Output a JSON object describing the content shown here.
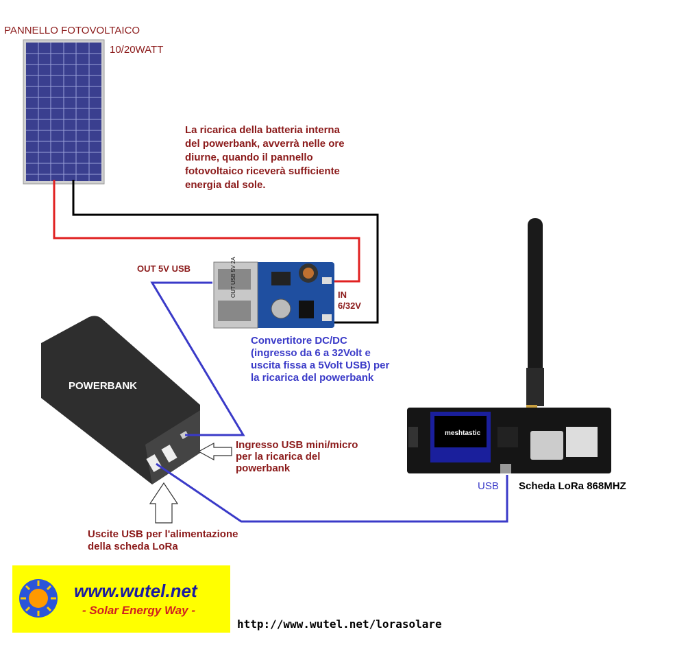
{
  "panel": {
    "title": "PANNELLO FOTOVOLTAICO",
    "power": "10/20WATT"
  },
  "charge_note": [
    "La ricarica della batteria interna",
    "del powerbank, avverrà nelle ore",
    "diurne, quando il pannello",
    "fotovoltaico riceverà sufficiente",
    "energia dal sole."
  ],
  "converter": {
    "out_label": "OUT 5V USB",
    "in_label_1": "IN",
    "in_label_2": "6/32V",
    "chip_text": "OUT USB 5V 2A",
    "description": [
      "Convertitore DC/DC",
      "(ingresso da 6 a 32Volt e",
      "uscita fissa a 5Volt USB) per",
      "la ricarica del powerbank"
    ]
  },
  "powerbank": {
    "label": "POWERBANK"
  },
  "usb_input_note": [
    "Ingresso USB mini/micro",
    "per la ricarica del",
    "powerbank"
  ],
  "usb_outputs_note": [
    "Uscite USB per l'alimentazione",
    "della scheda LoRa"
  ],
  "lora": {
    "usb_label": "USB",
    "board_label": "Scheda LoRa 868MHZ",
    "screen_text": "meshtastic"
  },
  "logo": {
    "site": "www.wutel.net",
    "tagline": "- Solar Energy Way -"
  },
  "url": "http://www.wutel.net/lorasolare",
  "colors": {
    "red_wire": "#e02020",
    "black_wire": "#000000",
    "blue_wire": "#3a3ac8",
    "label_red": "#8b1a1a",
    "logo_bg": "#ffff00",
    "logo_text": "#1a1aa0"
  }
}
